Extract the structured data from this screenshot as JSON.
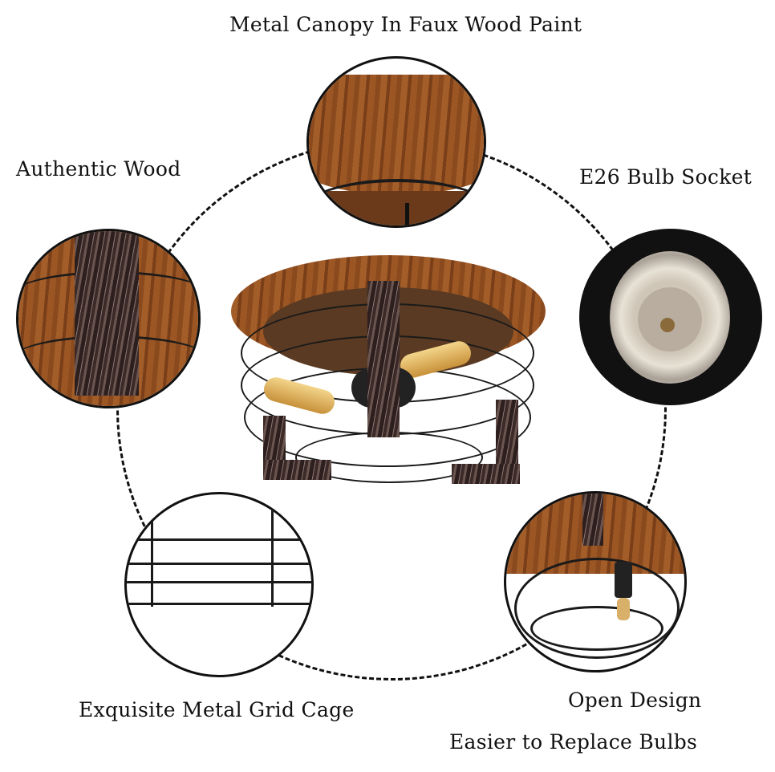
{
  "labels": {
    "top": "Metal Canopy In Faux Wood Paint",
    "left": "Authentic Wood",
    "right": "E26 Bulb Socket",
    "bottom_left": "Exquisite Metal Grid Cage",
    "bottom_right_1": "Open Design",
    "bottom_right_2": "Easier to Replace Bulbs"
  },
  "colors": {
    "wood": "#9b5624",
    "metal": "#1a1a1a",
    "post": "#3b2a28"
  }
}
